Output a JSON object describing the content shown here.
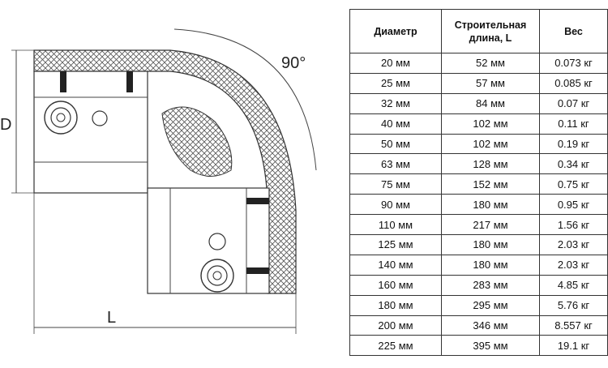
{
  "drawing": {
    "angle_label": "90°",
    "diameter_label": "D",
    "length_label": "L"
  },
  "table": {
    "headers": [
      "Диаметр",
      "Строительная длина, L",
      "Вес"
    ],
    "rows": [
      [
        "20 мм",
        "52 мм",
        "0.073 кг"
      ],
      [
        "25 мм",
        "57 мм",
        "0.085 кг"
      ],
      [
        "32 мм",
        "84 мм",
        "0.07 кг"
      ],
      [
        "40 мм",
        "102 мм",
        "0.11 кг"
      ],
      [
        "50 мм",
        "102 мм",
        "0.19 кг"
      ],
      [
        "63 мм",
        "128 мм",
        "0.34 кг"
      ],
      [
        "75 мм",
        "152 мм",
        "0.75 кг"
      ],
      [
        "90 мм",
        "180 мм",
        "0.95 кг"
      ],
      [
        "110 мм",
        "217 мм",
        "1.56 кг"
      ],
      [
        "125 мм",
        "180 мм",
        "2.03 кг"
      ],
      [
        "140 мм",
        "180 мм",
        "2.03 кг"
      ],
      [
        "160 мм",
        "283 мм",
        "4.85 кг"
      ],
      [
        "180 мм",
        "295 мм",
        "5.76 кг"
      ],
      [
        "200 мм",
        "346 мм",
        "8.557 кг"
      ],
      [
        "225 мм",
        "395 мм",
        "19.1 кг"
      ]
    ]
  }
}
